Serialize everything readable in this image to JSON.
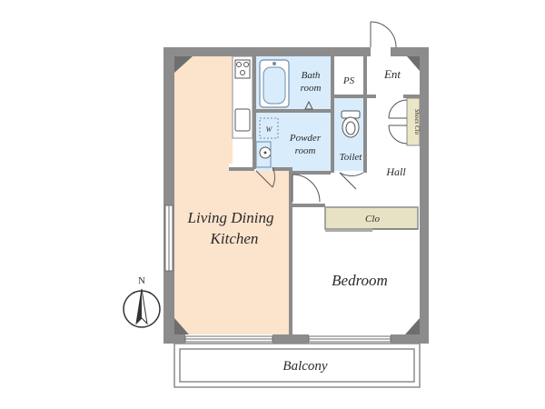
{
  "rooms": {
    "ldk_line1": "Living Dining",
    "ldk_line2": "Kitchen",
    "bedroom": "Bedroom",
    "bath_line1": "Bath",
    "bath_line2": "room",
    "powder_line1": "Powder",
    "powder_line2": "room",
    "toilet": "Toilet",
    "ps": "PS",
    "entrance": "Ent",
    "hall": "Hall",
    "closet": "Clo",
    "shoes_closet": "Shoes Clo",
    "balcony": "Balcony",
    "washer": "W"
  },
  "compass": {
    "north_label": "N"
  },
  "colors": {
    "wall": "#8c8c8c",
    "wall_dark": "#6e6e6e",
    "ldk_floor": "#fbe3cc",
    "wet_area_floor": "#d9ecfb",
    "closet_fill": "#e7e2c4",
    "shoes_fill": "#ece6c8"
  }
}
